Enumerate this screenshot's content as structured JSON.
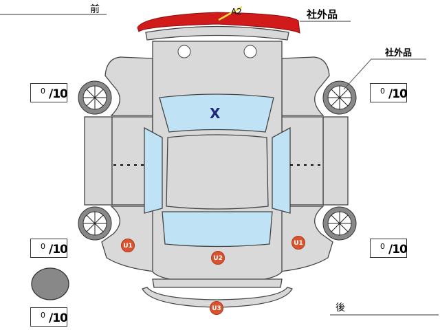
{
  "labels": {
    "front": "前",
    "rear": "後",
    "aftermarket_top": "社外品",
    "aftermarket_side": "社外品"
  },
  "marks": {
    "front_bumper": "A2",
    "windshield": "X",
    "rear_left_fender": "U1",
    "rear_right_fender": "U1",
    "trunk": "U2",
    "rear_bumper": "U3"
  },
  "scores": [
    {
      "id": "front-left-tire",
      "value": "0",
      "max": "/10"
    },
    {
      "id": "front-right-tire",
      "value": "0",
      "max": "/10"
    },
    {
      "id": "rear-left-tire",
      "value": "0",
      "max": "/10"
    },
    {
      "id": "rear-right-tire",
      "value": "0",
      "max": "/10"
    },
    {
      "id": "spare-tire",
      "value": "0",
      "max": "/10"
    }
  ],
  "colors": {
    "body": "#d9d9d9",
    "glass": "#bfe3f5",
    "damage_red": "#d11a1a",
    "mark": "#d9532f"
  }
}
